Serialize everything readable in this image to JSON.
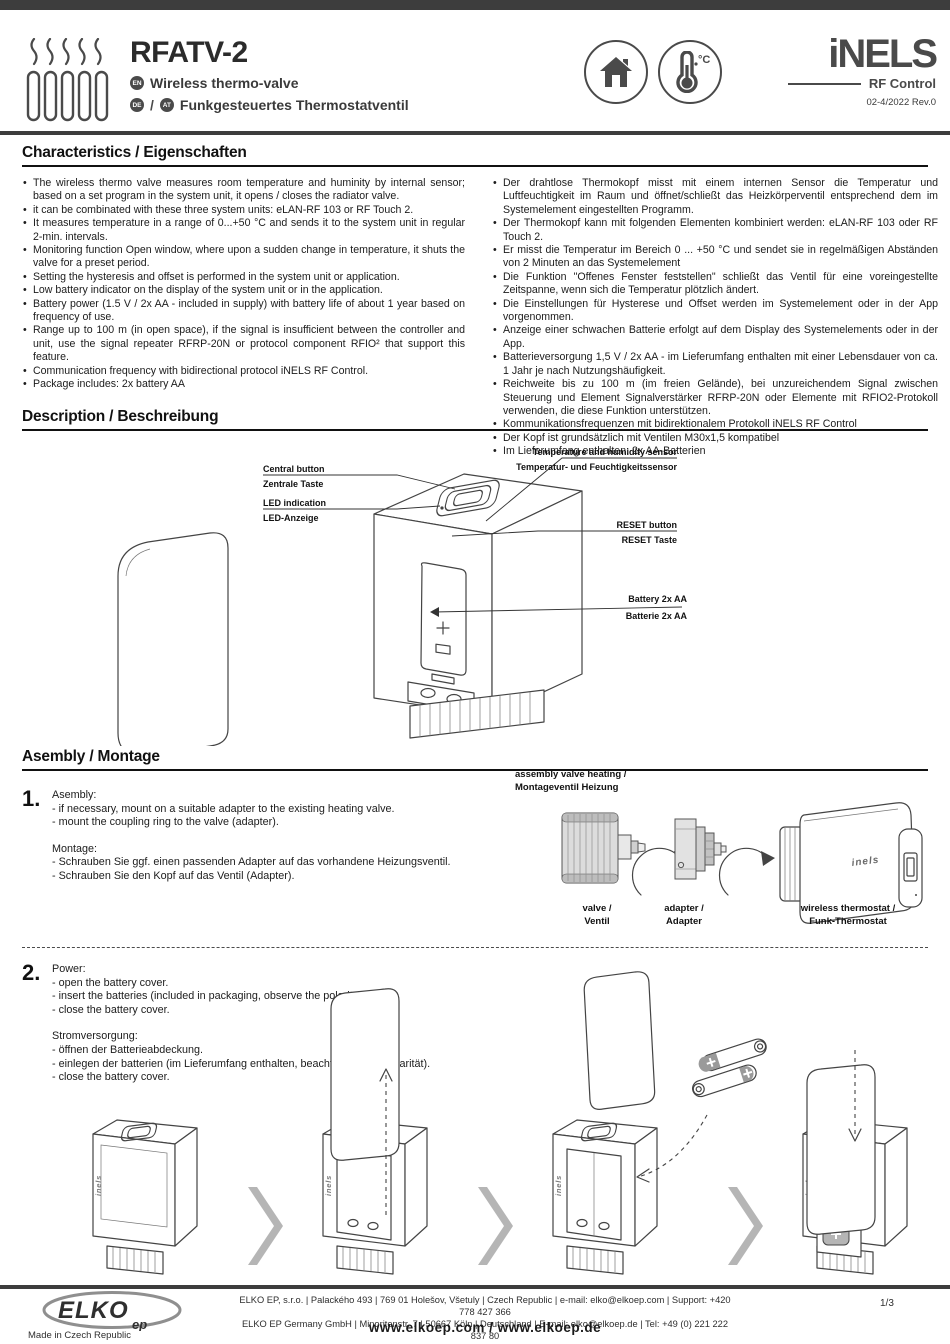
{
  "header": {
    "product": "RFATV-2",
    "badge_en": "EN",
    "badge_de": "DE",
    "badge_at": "AT",
    "subtitle_en": "Wireless thermo-valve",
    "subtitle_de": "Funkgesteuertes Thermostatventil",
    "brand": "iNELS",
    "brand_sub": "RF Control",
    "revision": "02-4/2022 Rev.0",
    "icons": [
      "radiator-icon",
      "house-icon",
      "thermometer-celsius-icon"
    ],
    "accent_color": "#3d3d3d"
  },
  "characteristics": {
    "heading": "Characteristics / Eigenschaften",
    "en_bullets": [
      "The wireless thermo valve measures room temperature and huminity by internal sensor; based on a set program in the system unit, it opens / closes the radiator valve.",
      "it can be combinated with these three system units: eLAN-RF 103 or RF Touch 2.",
      "It measures temperature in a range of 0...+50 °C and sends it to the system unit in regular 2-min. intervals.",
      "Monitoring function Open window, where upon a sudden change in temperature, it shuts the valve for a preset period.",
      "Setting the hysteresis and offset is performed in the system unit or application.",
      "Low battery indicator on the display of the system unit or in the application.",
      "Battery power (1.5 V / 2x AA - included in supply) with battery life of about 1 year based on frequency of use.",
      "Range up to 100 m (in open space), if the signal is insufficient between the controller and unit, use the signal repeater RFRP-20N or protocol component RFIO² that support this feature.",
      "Communication frequency with bidirectional protocol iNELS RF Control.",
      "Package includes: 2x battery AA"
    ],
    "de_bullets": [
      "Der drahtlose Thermokopf misst mit einem internen Sensor die Temperatur und Luftfeuchtigkeit im Raum und öffnet/schließt das Heizkörperventil entsprechend dem im Systemelement eingestellten Programm.",
      "Der Thermokopf kann mit folgenden Elementen kombiniert werden: eLAN-RF 103 oder RF Touch 2.",
      "Er misst die Temperatur im Bereich 0 ... +50 °C und sendet sie in regelmäßigen Abständen von 2 Minuten an das Systemelement",
      "Die Funktion \"Offenes Fenster feststellen\" schließt das Ventil für eine voreingestellte Zeitspanne, wenn sich die Temperatur plötzlich ändert.",
      "Die Einstellungen für Hysterese und Offset werden im Systemelement oder in der App vorgenommen.",
      "Anzeige einer schwachen Batterie erfolgt auf dem Display des Systemelements oder in der App.",
      "Batterieversorgung 1,5 V / 2x AA - im Lieferumfang enthalten mit einer Lebensdauer von ca. 1 Jahr je nach Nutzungshäufigkeit.",
      "Reichweite bis zu 100 m (im freien Gelände), bei unzureichendem Signal zwischen Steuerung und Element Signalverstärker RFRP-20N oder Elemente mit RFIO2-Protokoll verwenden, die diese Funktion unterstützen.",
      "Kommunikationsfrequenzen mit bidirektionalem Protokoll iNELS RF Control",
      "Der Kopf ist grundsätzlich mit Ventilen M30x1,5 kompatibel",
      "Im Lieferumfang enthalten: 2x AA-Batterien"
    ]
  },
  "description": {
    "heading": "Description /  Beschreibung",
    "labels": {
      "central_button_en": "Central button",
      "central_button_de": "Zentrale Taste",
      "led_en": "LED indication",
      "led_de": "LED-Anzeige",
      "sensor_en": "Temperature and humidity sensor",
      "sensor_de": "Temperatur- und Feuchtigkeitssensor",
      "reset_en": "RESET button",
      "reset_de": "RESET Taste",
      "battery_en": "Battery 2x AA",
      "battery_de": "Batterie 2x AA"
    },
    "device_logo": "inels"
  },
  "assembly": {
    "heading": "Asembly / Montage",
    "step1": {
      "number": "1.",
      "en_title": "Asembly:",
      "en_lines": [
        "- if necessary, mount on a suitable adapter to the existing heating valve.",
        "- mount the coupling ring to the valve (adapter)."
      ],
      "de_title": "Montage:",
      "de_lines": [
        "- Schrauben Sie ggf. einen passenden Adapter auf das vorhandene Heizungsventil.",
        "- Schrauben Sie den Kopf auf das Ventil (Adapter)."
      ],
      "diagram_caption_line1": "assembly valve heating /",
      "diagram_caption_line2": "Montageventil Heizung",
      "label_valve_line1": "valve /",
      "label_valve_line2": "Ventil",
      "label_adapter_line1": "adapter /",
      "label_adapter_line2": "Adapter",
      "label_thermostat_line1": "wireless thermostat /",
      "label_thermostat_line2": "Funk-Thermostat"
    },
    "step2": {
      "number": "2.",
      "en_title": "Power:",
      "en_lines": [
        "- open the battery cover.",
        "- insert the batteries (included in packaging, observe the polarity).",
        "- close the battery cover."
      ],
      "de_title": "Stromversorgung:",
      "de_lines": [
        "- öffnen der Batterieabdeckung.",
        "- einlegen der batterien (im Lieferumfang enthalten, beachten Sie die Polarität).",
        "- close the battery cover."
      ]
    }
  },
  "footer": {
    "logo_word": "ELKO",
    "logo_sub": "ep",
    "made_in": "Made in Czech Republic",
    "address_line1": "ELKO EP, s.r.o. | Palackého 493 | 769 01 Holešov, Všetuly | Czech Republic | e-mail: elko@elkoep.com | Support: +420 778 427 366",
    "address_line2": "ELKO EP Germany GmbH | Minoritenstr. 7 | 50667 Köln | Deutschland | E-mail: elko@elkoep.de | Tel: +49 (0) 221 222 837 80",
    "websites": "www.elkoep.com / www.elkoep.de",
    "page_number": "1/3"
  }
}
